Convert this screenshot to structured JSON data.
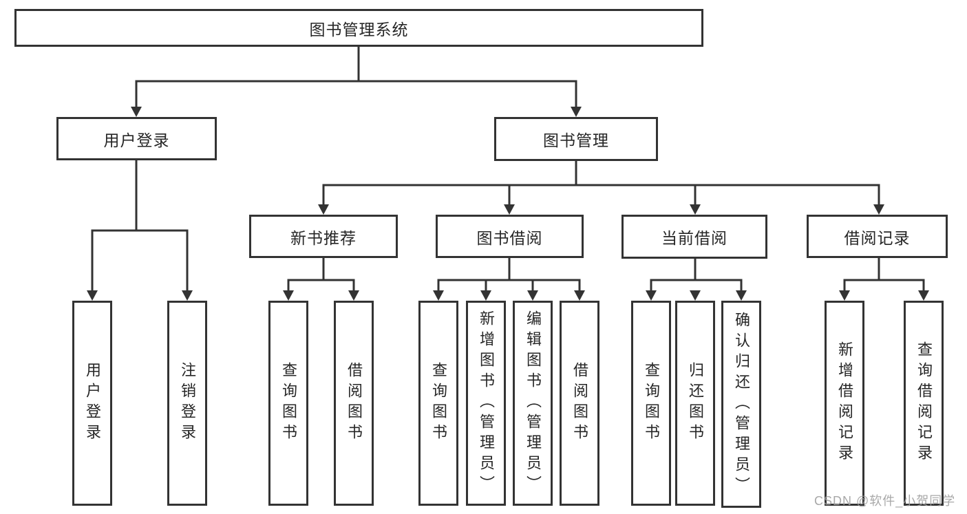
{
  "tree": {
    "root": {
      "label": "图书管理系统"
    },
    "branches": [
      {
        "label": "用户登录",
        "children": [
          {
            "label": "用户登录"
          },
          {
            "label": "注销登录"
          }
        ]
      },
      {
        "label": "图书管理",
        "children": [
          {
            "label": "新书推荐",
            "children": [
              {
                "label": "查询图书"
              },
              {
                "label": "借阅图书"
              }
            ]
          },
          {
            "label": "图书借阅",
            "children": [
              {
                "label": "查询图书"
              },
              {
                "label": "新增图书（管理员）"
              },
              {
                "label": "编辑图书（管理员）"
              },
              {
                "label": "借阅图书"
              }
            ]
          },
          {
            "label": "当前借阅",
            "children": [
              {
                "label": "查询图书"
              },
              {
                "label": "归还图书"
              },
              {
                "label": "确认归还（管理员）"
              }
            ]
          },
          {
            "label": "借阅记录",
            "children": [
              {
                "label": "新增借阅记录"
              },
              {
                "label": "查询借阅记录"
              }
            ]
          }
        ]
      }
    ]
  },
  "watermark": {
    "text": "CSDN @软件_小贺同学"
  },
  "colors": {
    "line": "#333333",
    "text": "#262626",
    "box_background": "#ffffff",
    "watermark": "#9e9e9e",
    "background": "#ffffff"
  }
}
